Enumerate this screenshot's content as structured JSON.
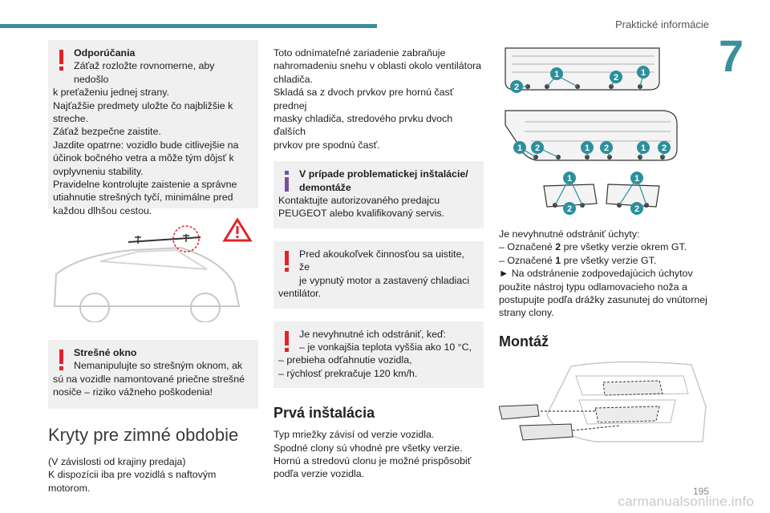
{
  "header": {
    "running_title": "Praktické informácie",
    "chapter": "7"
  },
  "col1": {
    "rec_box": {
      "title": "Odporúčania",
      "lines": [
        "Záťaž rozložte rovnomerne, aby nedošlo",
        "k preťaženiu jednej strany.",
        "Najťažšie predmety uložte čo najbližšie k",
        "streche.",
        "Záťaž bezpečne zaistite.",
        "Jazdite opatrne: vozidlo bude citlivejšie na",
        "účinok bočného vetra a môže tým dôjsť k",
        "ovplyvneniu stability.",
        "Pravidelne kontrolujte zaistenie a správne",
        "utiahnutie strešných tyčí, minimálne pred",
        "každou dlhšou cestou."
      ]
    },
    "roof_box": {
      "title": "Strešné okno",
      "lines": [
        "Nemanipulujte so strešným oknom, ak",
        "sú na vozidle namontované priečne strešné",
        "nosiče – riziko vážneho poškodenia!"
      ]
    },
    "section_title": "Kryty pre zimné obdobie",
    "intro_lines": [
      "(V závislosti od krajiny predaja)",
      "K dispozícii iba pre vozidlá s naftovým motorom."
    ]
  },
  "col2": {
    "intro_lines": [
      "Toto odnímateľné zariadenie zabraňuje",
      "nahromadeniu snehu v oblasti okolo ventilátora",
      "chladiča.",
      "Skladá sa z dvoch prvkov pre hornú časť prednej",
      "masky chladiča, stredového prvku dvoch ďalších",
      "prvkov pre spodnú časť."
    ],
    "info_box": {
      "title_lines": [
        "V prípade problematickej inštalácie/",
        "demontáže"
      ],
      "lines": [
        "Kontaktujte autorizovaného predajcu",
        "PEUGEOT alebo kvalifikovaný servis."
      ]
    },
    "warn_box1": {
      "lines": [
        "Pred akoukoľvek činnosťou sa uistite, že",
        "je vypnutý motor a zastavený chladiaci",
        "ventilátor."
      ]
    },
    "warn_box2": {
      "lines": [
        "Je nevyhnutné ich odstrániť, keď:",
        "– je vonkajšia teplota vyššia ako 10 °C,",
        "– prebieha odťahnutie vozidla,",
        "– rýchlosť prekračuje 120 km/h."
      ]
    },
    "section_title": "Prvá inštalácia",
    "body_lines": [
      "Typ mriežky závisí od verzie vozidla.",
      "Spodné clony sú vhodné pre všetky verzie.",
      "Hornú a stredovú clonu je možné prispôsobiť",
      "podľa verzie vozidla."
    ]
  },
  "col3": {
    "callout_1": "1",
    "callout_2": "2",
    "removal_intro": "Je nevyhnutné odstrániť úchyty:",
    "removal_item1_pre": "– Označené ",
    "removal_item1_num": "2",
    "removal_item1_post": " pre všetky verzie okrem GT.",
    "removal_item2_pre": "– Označené ",
    "removal_item2_num": "1",
    "removal_item2_post": " pre všetky verzie GT.",
    "removal_tool_lines": [
      "► Na odstránenie zodpovedajúcich úchytov",
      "použite nástroj typu odlamovacieho noža a",
      "postupujte podľa drážky zasunutej do vnútornej",
      "strany clony."
    ],
    "section_title": "Montáž"
  },
  "footer": {
    "page_number": "195",
    "watermark": "carmanualsonline.info"
  },
  "colors": {
    "accent": "#3a8f9a",
    "warning": "#e0242c",
    "info": "#7b4fa0",
    "box_bg": "#f0f0f0"
  }
}
